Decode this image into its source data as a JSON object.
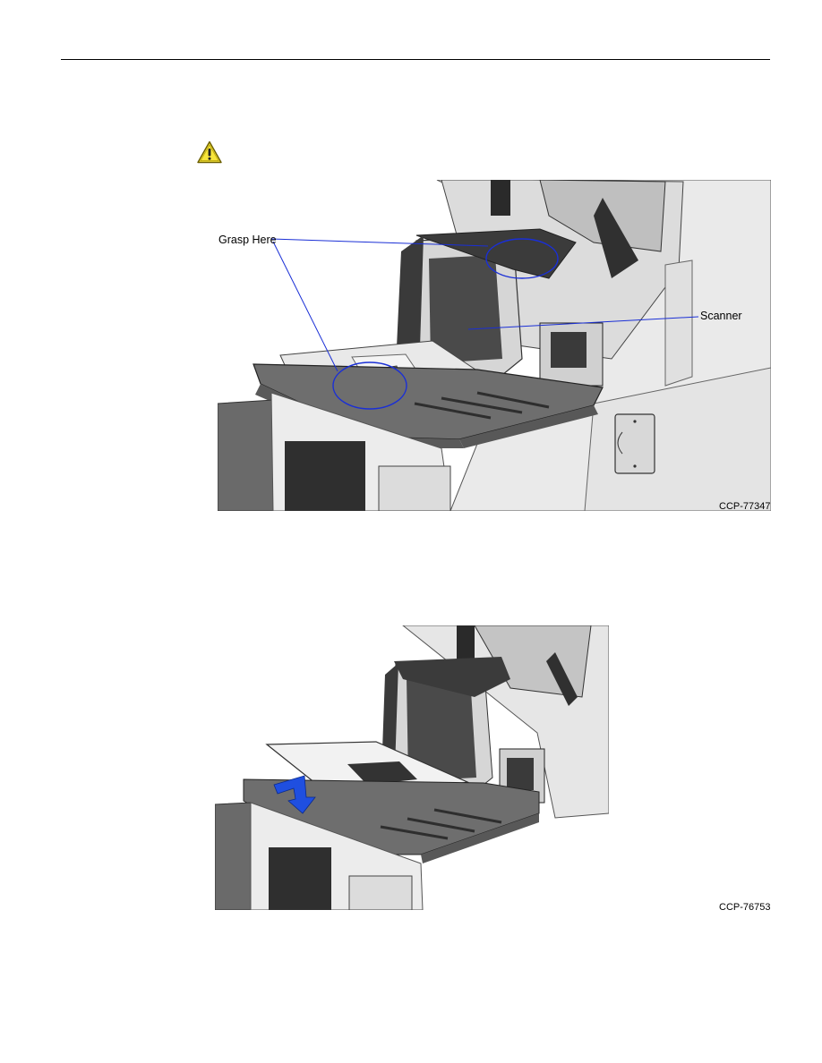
{
  "warning": {
    "icon": "warning-triangle-icon"
  },
  "figure1": {
    "callout_grasp": "Grasp Here",
    "callout_scanner": "Scanner",
    "figure_id": "CCP-77347",
    "leader_color": "#1a2fd6"
  },
  "figure2": {
    "figure_id": "CCP-76753",
    "arrow_color": "#1f4fe0"
  }
}
